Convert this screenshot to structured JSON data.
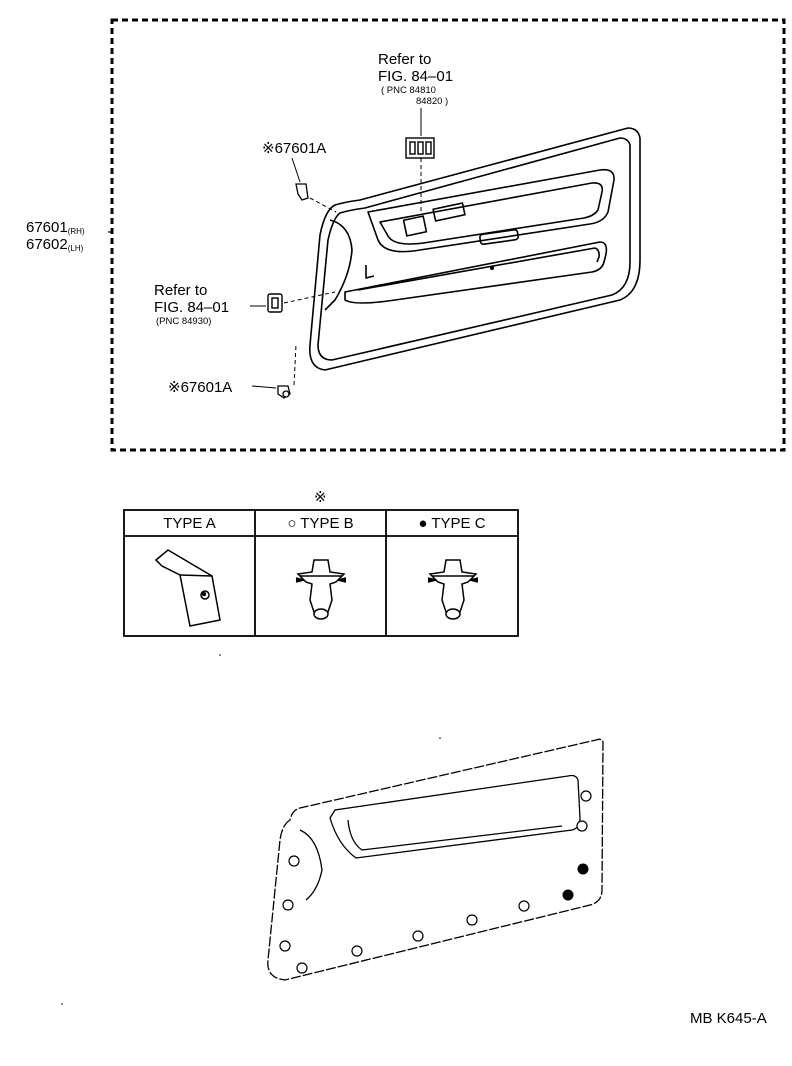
{
  "callouts": {
    "refer_top_line1": "Refer to",
    "refer_top_line2": "FIG. 84–01",
    "refer_top_pnc1": "( PNC 84810",
    "refer_top_pnc2": "84820 )",
    "refer_left_line1": "Refer to",
    "refer_left_line2": "FIG. 84–01",
    "refer_left_pnc": "(PNC 84930)",
    "clip_upper": "※67601A",
    "clip_lower": "※67601A",
    "part_rh_num": "67601",
    "part_rh_side": "(RH)",
    "part_lh_num": "67602",
    "part_lh_side": "(LH)"
  },
  "type_table": {
    "header_symbol": "※",
    "columns": [
      {
        "label": "TYPE A"
      },
      {
        "label": "○ TYPE B"
      },
      {
        "label": "● TYPE C"
      }
    ]
  },
  "footer": {
    "figure_code": "MB K645-A"
  }
}
